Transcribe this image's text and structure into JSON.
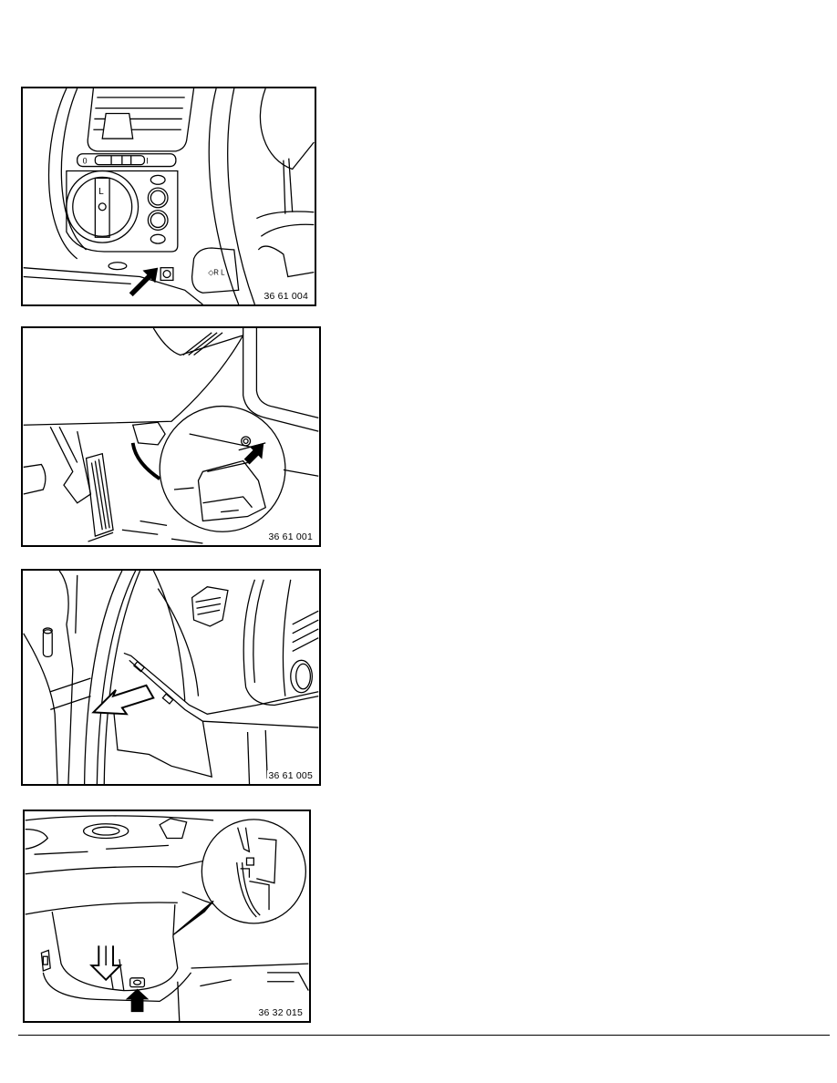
{
  "page": {
    "background": "#ffffff",
    "line_color": "#000000"
  },
  "figures": [
    {
      "label": "36 61 004",
      "subject": "dashboard light switch panel with steering wheel; arrow pointing at screw below panel",
      "icons": [
        "solid-arrow-icon"
      ]
    },
    {
      "label": "36 61 001",
      "subject": "driver footwell with pedals; magnified inset circle showing bracket and clip with arrow",
      "icons": [
        "magnifier-inset-icon",
        "solid-arrow-icon"
      ]
    },
    {
      "label": "36 61 005",
      "subject": "lower dashboard trim panel beside door pillar; hollow arrow indicating removal direction",
      "icons": [
        "hollow-arrow-icon"
      ]
    },
    {
      "label": "36 32 015",
      "subject": "steering column trim shroud; hollow down arrow, solid arrow at screw, magnified inset circle",
      "icons": [
        "hollow-down-arrow-icon",
        "solid-arrow-icon",
        "magnifier-inset-icon"
      ]
    }
  ],
  "footer": {
    "rule": true
  }
}
